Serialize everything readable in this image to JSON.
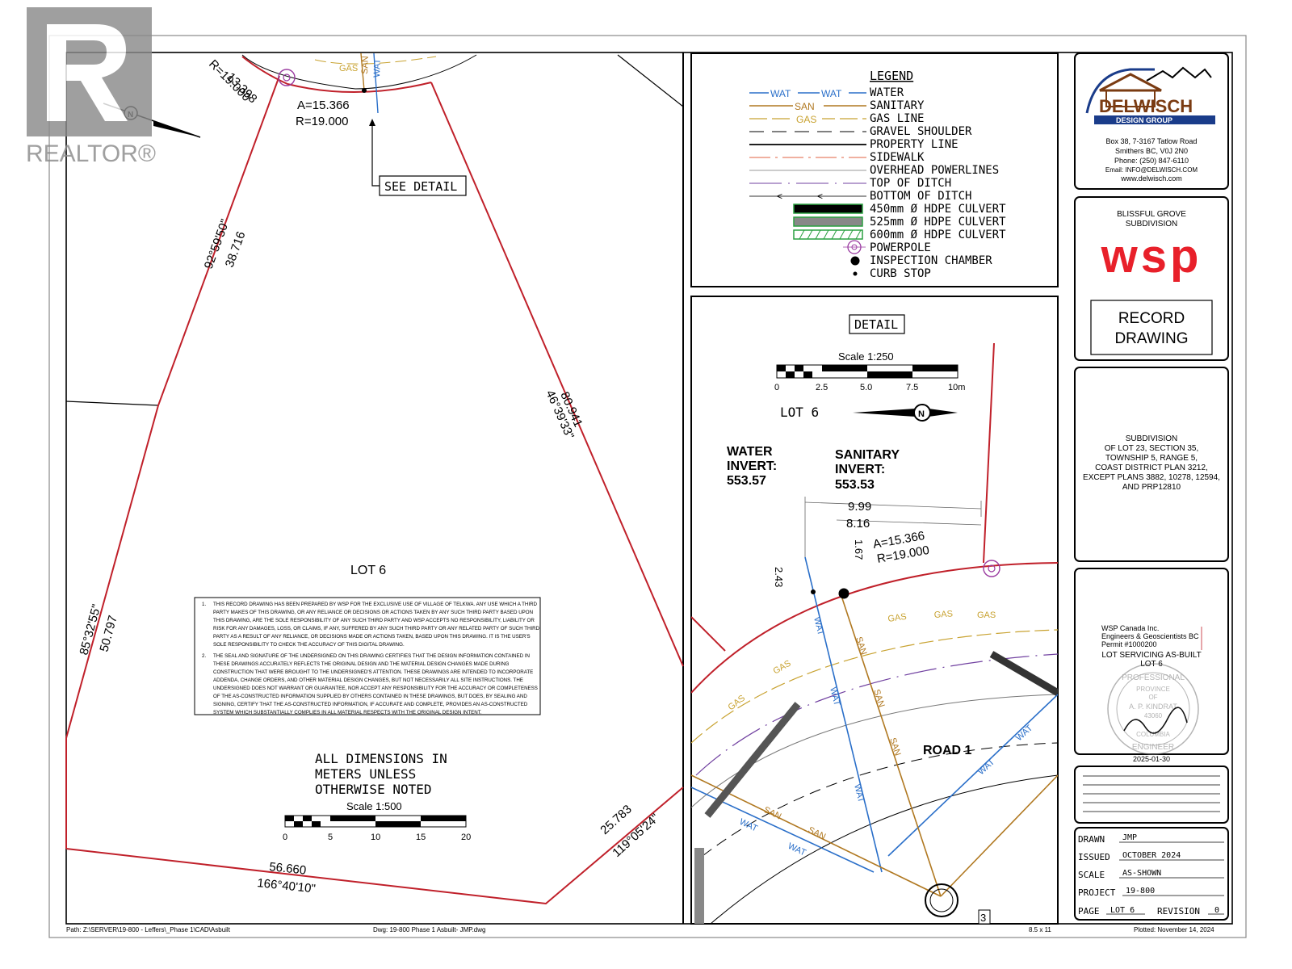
{
  "watermark": {
    "brand": "REALTOR®"
  },
  "plan": {
    "lot_label": "LOT 6",
    "dimensions": {
      "top_arc_len": "13.398",
      "top_arc_r": "R=19.000",
      "arc_a": "A=15.366",
      "arc_r": "R=19.000",
      "west_bearing": "92°59'50\"",
      "west_dist": "38.716",
      "east_dist": "80.941",
      "east_bearing": "46°39'33\"",
      "sw_bearing": "85°32'55\"",
      "sw_dist": "50.797",
      "south_dist": "56.660",
      "south_bearing": "166°40'10\"",
      "se_dist": "25.783",
      "se_bearing": "119°05'24\""
    },
    "see_detail": "SEE DETAIL",
    "all_dims": [
      "ALL DIMENSIONS IN",
      "METERS UNLESS",
      "OTHERWISE NOTED"
    ],
    "scale_label": "Scale 1:500",
    "scale_ticks": [
      "0",
      "5",
      "10",
      "15",
      "20"
    ],
    "notes": {
      "n1_num": "1.",
      "n1": [
        "THIS RECORD DRAWING HAS BEEN PREPARED BY WSP FOR THE EXCLUSIVE USE OF VILLAGE OF TELKWA. ANY USE WHICH A THIRD",
        "PARTY MAKES OF THIS DRAWING, OR ANY RELIANCE OR DECISIONS OR ACTIONS TAKEN BY ANY SUCH THIRD PARTY BASED UPON",
        "THIS DRAWING, ARE THE SOLE RESPONSIBILITY OF ANY SUCH THIRD PARTY AND WSP ACCEPTS NO RESPONSIBILITY, LIABILITY OR",
        "RISK FOR ANY DAMAGES, LOSS, OR CLAIMS, IF ANY, SUFFERED BY ANY SUCH THIRD PARTY OR ANY RELATED PARTY OF SUCH THIRD",
        "PARTY AS A RESULT OF ANY RELIANCE, OR DECISIONS MADE OR ACTIONS TAKEN, BASED UPON THIS DRAWING. IT IS THE USER'S",
        "SOLE RESPONSIBILITY TO CHECK THE ACCURACY OF THIS DIGITAL DRAWING."
      ],
      "n2_num": "2.",
      "n2": [
        "THE SEAL AND SIGNATURE OF THE UNDERSIGNED ON THIS DRAWING CERTIFIES THAT THE DESIGN INFORMATION CONTAINED IN",
        "THESE DRAWINGS ACCURATELY REFLECTS THE ORIGINAL DESIGN AND THE MATERIAL DESIGN CHANGES MADE DURING",
        "CONSTRUCTION THAT WERE BROUGHT TO THE UNDERSIGNED'S ATTENTION. THESE DRAWINGS ARE INTENDED TO INCORPORATE",
        "ADDENDA, CHANGE ORDERS, AND OTHER MATERIAL DESIGN CHANGES, BUT NOT NECESSARILY ALL SITE INSTRUCTIONS. THE",
        "UNDERSIGNED DOES NOT WARRANT OR GUARANTEE, NOR ACCEPT ANY RESPONSIBILITY FOR THE ACCURACY OR COMPLETENESS",
        "OF THE AS-CONSTRUCTED INFORMATION SUPPLIED BY OTHERS CONTAINED IN THESE DRAWINGS, BUT DOES, BY SEALING AND",
        "SIGNING, CERTIFY THAT THE AS-CONSTRUCTED INFORMATION, IF ACCURATE AND COMPLETE, PROVIDES AN AS-CONSTRUCTED",
        "SYSTEM WHICH SUBSTANTIALLY COMPLIES IN ALL MATERIAL RESPECTS WITH THE ORIGINAL DESIGN INTENT."
      ]
    },
    "util_labels": {
      "wat": "WAT",
      "san": "SAN",
      "gas": "GAS"
    }
  },
  "legend": {
    "title": "LEGEND",
    "items": [
      "WATER",
      "SANITARY",
      "GAS LINE",
      "GRAVEL SHOULDER",
      "PROPERTY LINE",
      "SIDEWALK",
      "OVERHEAD POWERLINES",
      "TOP OF DITCH",
      "BOTTOM OF DITCH",
      "450mm Ø HDPE CULVERT",
      "525mm Ø HDPE CULVERT",
      "600mm Ø HDPE CULVERT",
      "POWERPOLE",
      "INSPECTION CHAMBER",
      "CURB STOP"
    ]
  },
  "detail": {
    "title": "DETAIL",
    "scale_label": "Scale 1:250",
    "scale_ticks": [
      "0",
      "2.5",
      "5.0",
      "7.5",
      "10m"
    ],
    "lot_label": "LOT 6",
    "water_invert": [
      "WATER",
      "INVERT:",
      "553.57"
    ],
    "sanitary_invert": [
      "SANITARY",
      "INVERT:",
      "553.53"
    ],
    "dims": {
      "d1": "9.99",
      "d2": "8.16",
      "a": "A=15.366",
      "r": "R=19.000",
      "d3": "1.67",
      "d4": "2.43"
    },
    "road": "ROAD 1",
    "road_marker": "3"
  },
  "titleblock": {
    "company_name": "DELWISCH",
    "company_sub": "DESIGN GROUP",
    "address": [
      "Box 38, 7-3167 Tatlow Road",
      "Smithers BC, V0J 2N0",
      "Phone: (250) 847-6110",
      "Email: INFO@DELWISCH.COM",
      "www.delwisch.com"
    ],
    "project_name": [
      "BLISSFUL GROVE",
      "SUBDIVISION"
    ],
    "wsp": "wsp",
    "record": [
      "RECORD",
      "DRAWING"
    ],
    "legal": [
      "SUBDIVISION",
      "OF LOT 23, SECTION 35,",
      "TOWNSHIP 5, RANGE 5,",
      "COAST DISTRICT PLAN 3212,",
      "EXCEPT PLANS 3882, 10278, 12594,",
      "AND PRP12810"
    ],
    "wsp_canada": [
      "WSP Canada Inc.",
      "Engineers & Geoscientists BC",
      "Permit #1000200"
    ],
    "sheet_title": [
      "LOT SERVICING AS-BUILT",
      "LOT 6"
    ],
    "seal": {
      "top": "PROFESSIONAL",
      "province": "PROVINCE",
      "of": "OF",
      "name": "A. P. KINDRAT",
      "number": "43060",
      "columbia": "COLUMBIA",
      "bottom": "ENGINEER"
    },
    "seal_date": "2025-01-30",
    "drawn_label": "DRAWN",
    "drawn": "JMP",
    "issued_label": "ISSUED",
    "issued": "OCTOBER 2024",
    "scale_label": "SCALE",
    "scale": "AS-SHOWN",
    "project_label": "PROJECT",
    "project": "19-800",
    "page_label": "PAGE",
    "page": "LOT 6",
    "revision_label": "REVISION",
    "revision": "0"
  },
  "footer": {
    "path": "Path: Z:\\SERVER\\19-800 - Leffers\\_Phase 1\\CAD\\Asbuilt",
    "dwg": "Dwg: 19-800 Phase 1 Asbuilt- JMP.dwg",
    "size": "8.5 x 11",
    "plotted": "Plotted: November 14, 2024"
  },
  "colors": {
    "property": "#c0202a",
    "water": "#2a6fc9",
    "sanitary": "#b07820",
    "gas": "#c8a230",
    "ditch": "#7040a0",
    "culvert": "#555555",
    "wsp_red": "#e8202a",
    "logo_brown": "#7a3b12",
    "logo_blue": "#1a3c8a"
  }
}
